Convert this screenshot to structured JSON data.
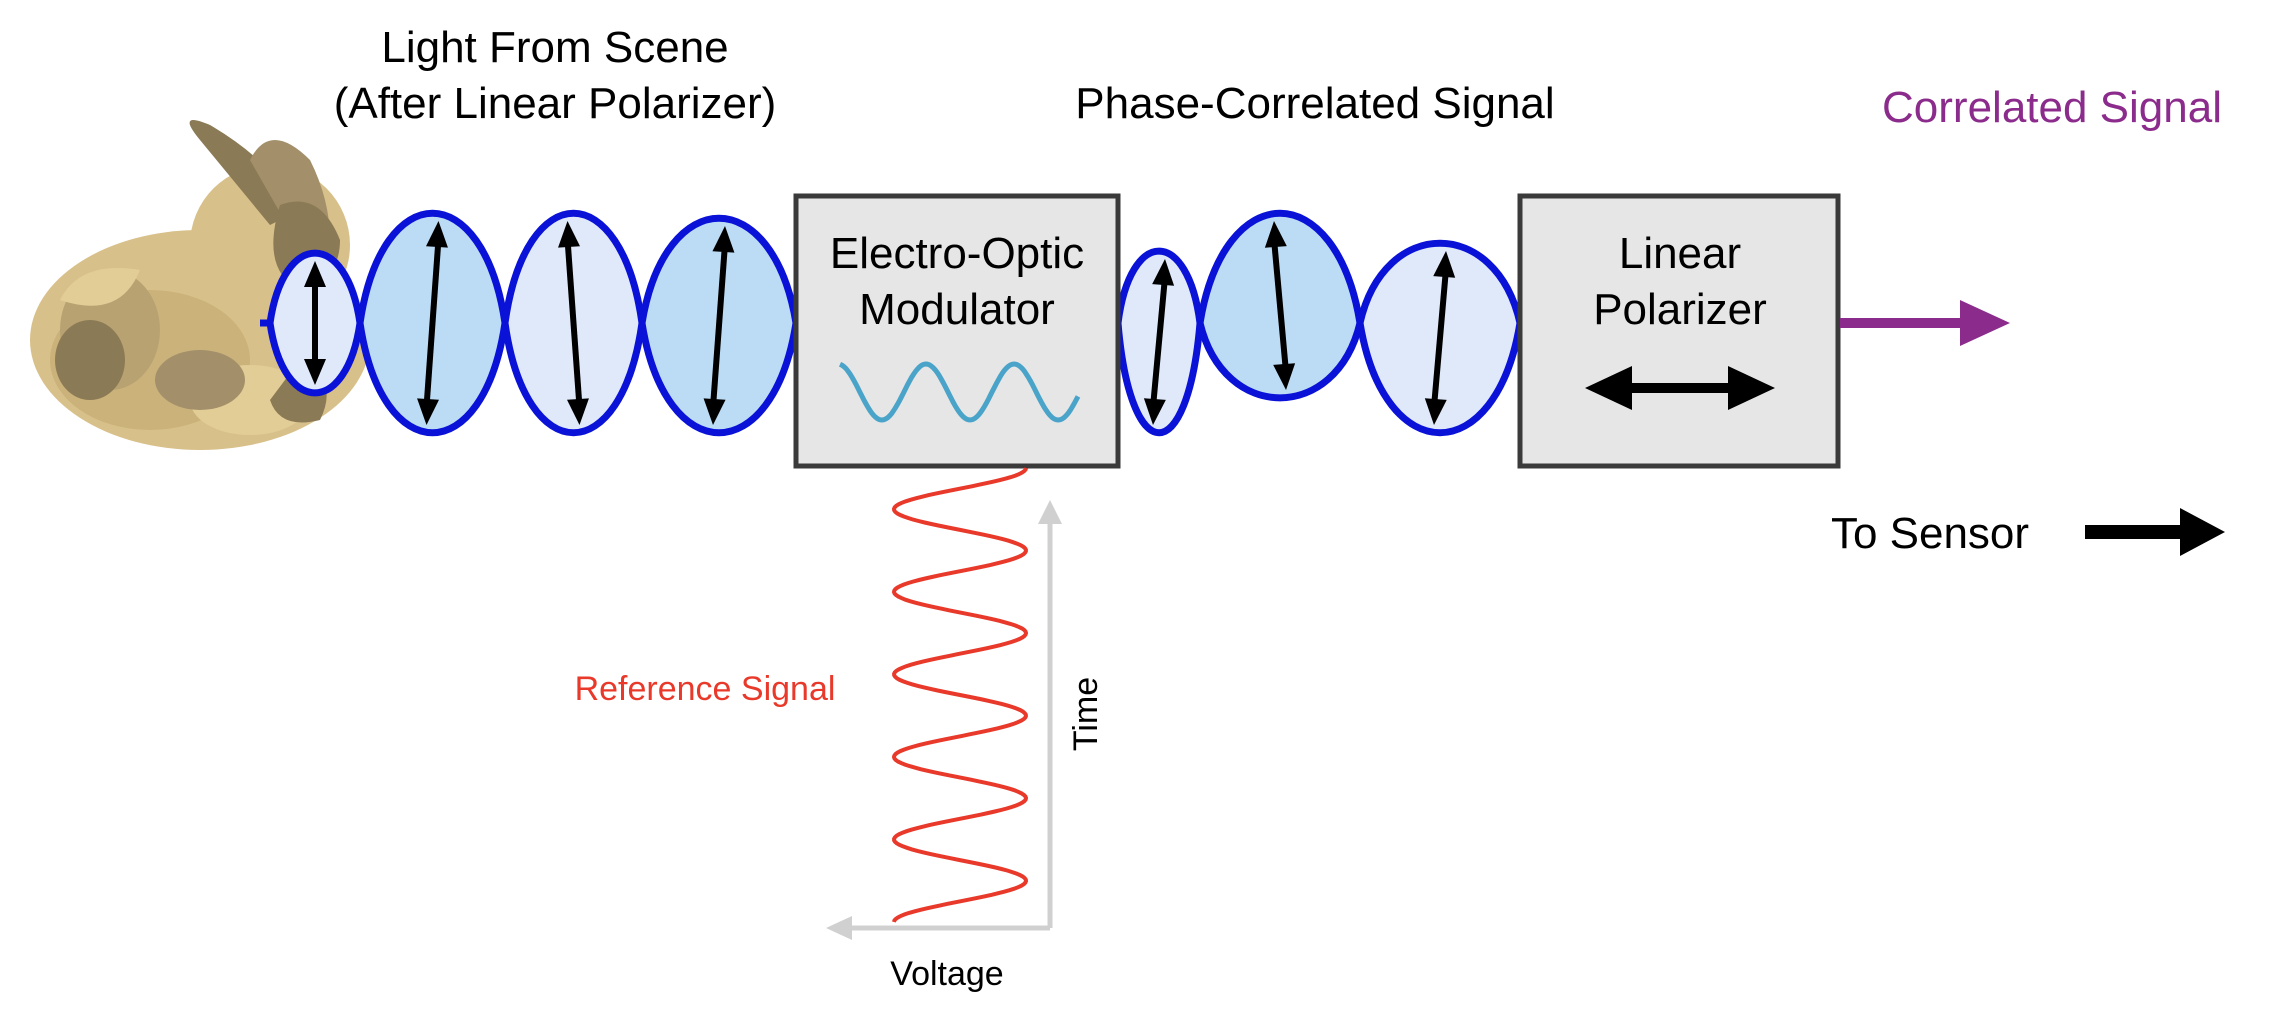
{
  "labels": {
    "scene_line1": "Light From Scene",
    "scene_line2": "(After Linear Polarizer)",
    "phase_signal": "Phase-Correlated Signal",
    "correlated_signal": "Correlated Signal",
    "to_sensor": "To Sensor",
    "reference_signal": "Reference Signal",
    "time_axis": "Time",
    "voltage_axis": "Voltage"
  },
  "modulator": {
    "line1": "Electro-Optic",
    "line2": "Modulator"
  },
  "polarizer": {
    "line1": "Linear",
    "line2": "Polarizer"
  },
  "colors": {
    "wave": "#0a12d8",
    "wave_fill": "#bcdcf5",
    "wave_fill_light": "#dfe9fa",
    "box_fill": "#e6e6e6",
    "box_stroke": "#3a3a3a",
    "reference": "#e8392a",
    "mod_wave": "#4aa3c8",
    "correlated": "#8b2c8c",
    "axis": "#d0d0d0",
    "bunny_base": "#d8c08a",
    "bunny_shadow": "#8a7a55"
  }
}
